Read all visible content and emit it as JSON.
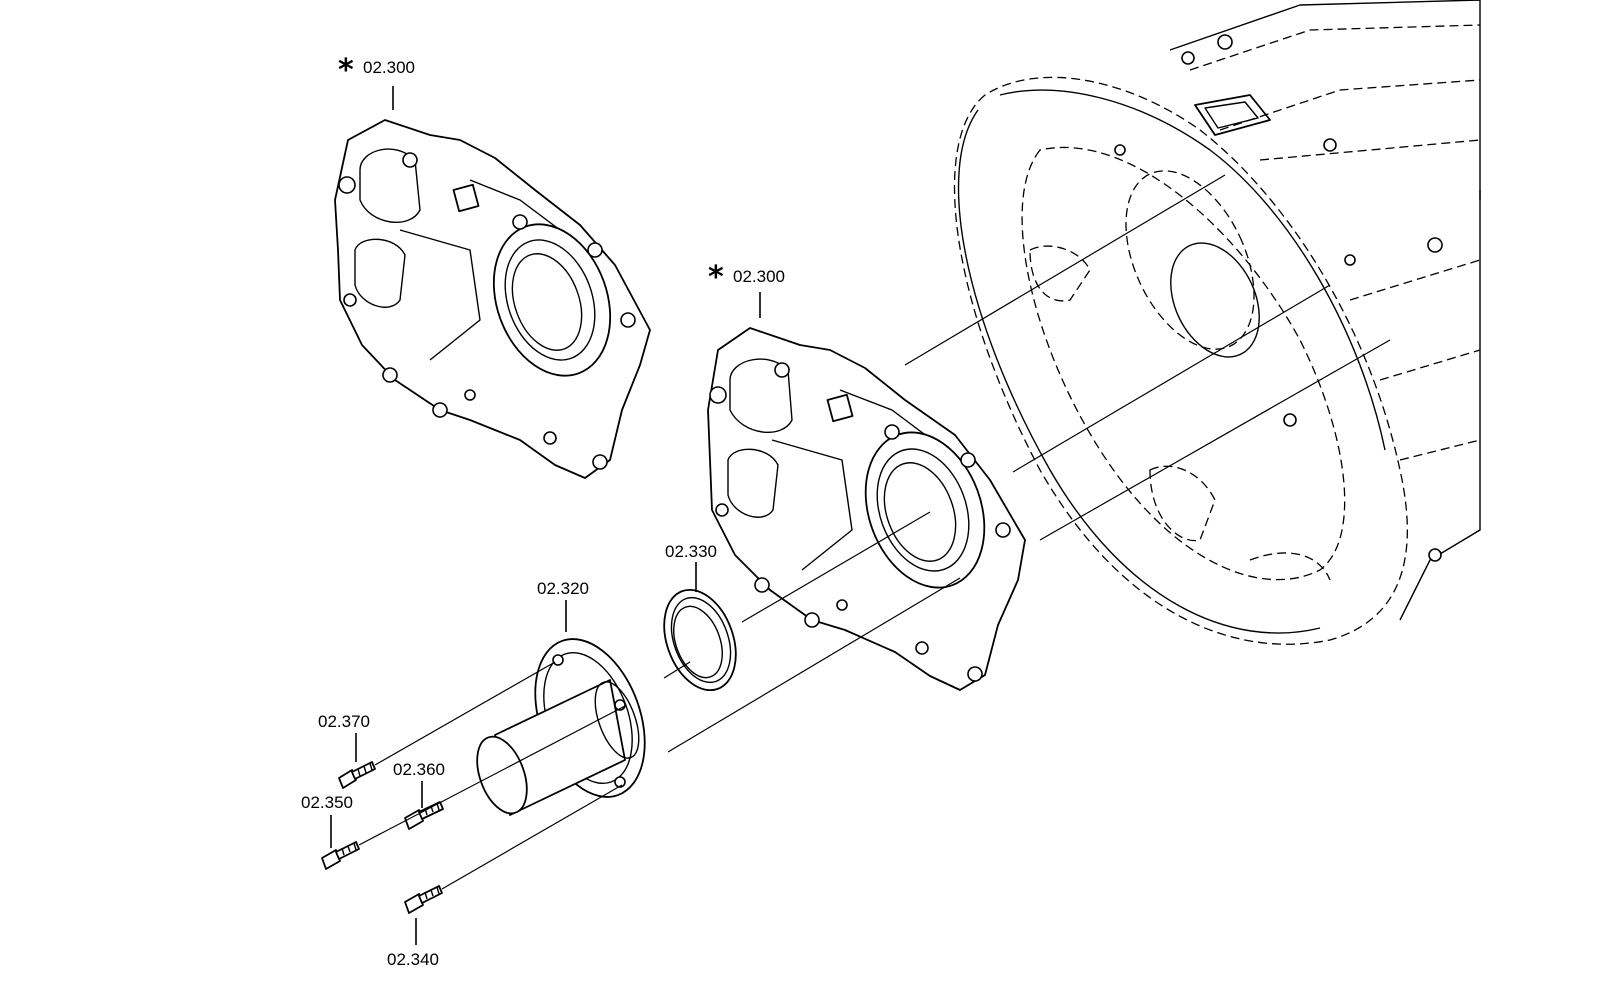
{
  "labels": {
    "star_a": "*",
    "star_b": "*",
    "l300a": "02.300",
    "l300b": "02.300",
    "l330": "02.330",
    "l320": "02.320",
    "l370": "02.370",
    "l360": "02.360",
    "l350": "02.350",
    "l340": "02.340"
  }
}
